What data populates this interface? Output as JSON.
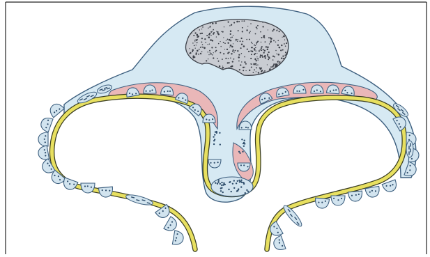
{
  "figure": {
    "colors": {
      "background": "#ffffff",
      "frame": "#222222",
      "cytoplasm": "#d6e9f3",
      "outline": "#3d5f7f",
      "nucleus_fill": "#c9ccd2",
      "nucleus_dots": "#3b3f47",
      "pink_layer": "#eab7b8",
      "membrane_yellow": "#e8e060",
      "membrane_line": "#3a3d22",
      "cell_fill": "#d2e4ef",
      "cell_dots": "#2e4d6b"
    },
    "icons": [
      "nucleus-blob",
      "endothelial-cell-nodule",
      "elongated-cell-streak",
      "basement-membrane-loop"
    ]
  }
}
